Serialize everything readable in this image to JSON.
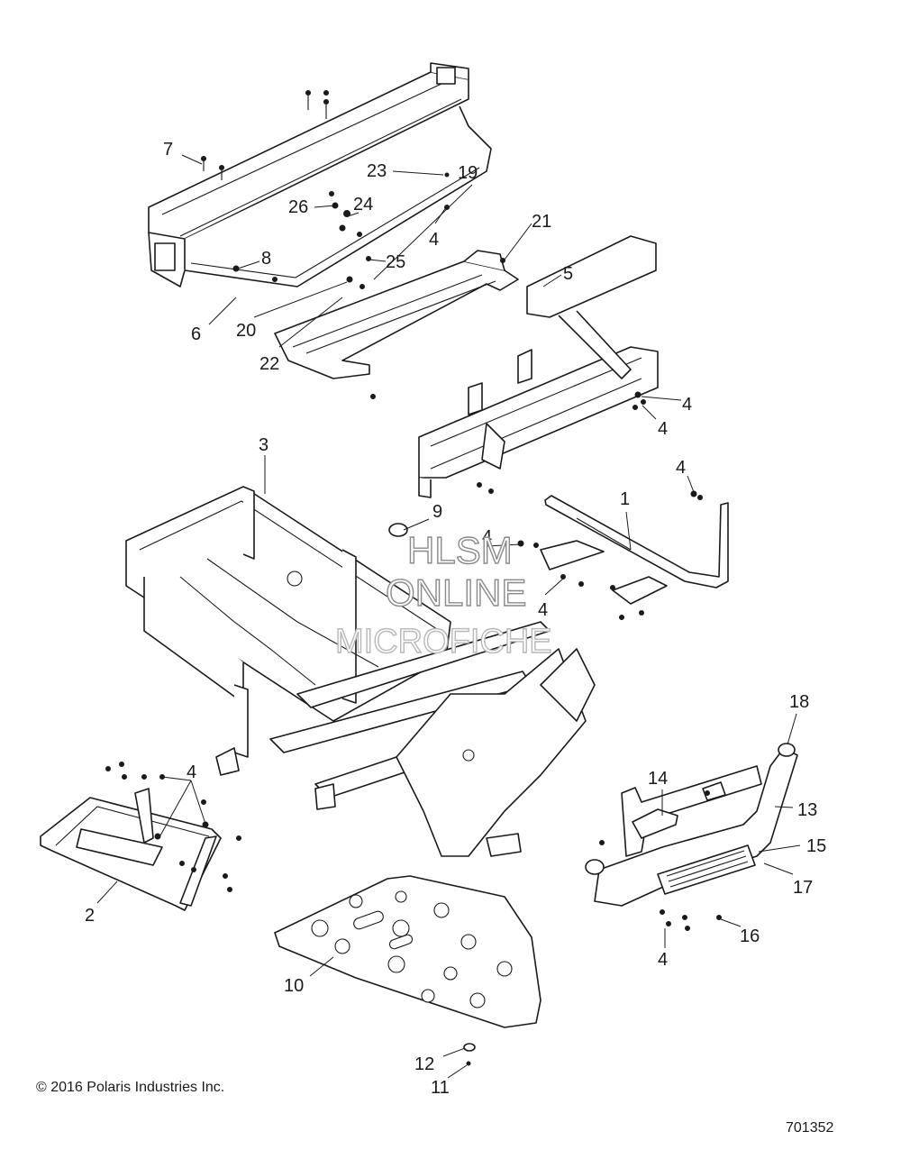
{
  "callouts": [
    {
      "id": "c1",
      "text": "1"
    },
    {
      "id": "c2",
      "text": "2"
    },
    {
      "id": "c3",
      "text": "3"
    },
    {
      "id": "c4a",
      "text": "4"
    },
    {
      "id": "c4b",
      "text": "4"
    },
    {
      "id": "c4c",
      "text": "4"
    },
    {
      "id": "c4d",
      "text": "4"
    },
    {
      "id": "c4e",
      "text": "4"
    },
    {
      "id": "c4f",
      "text": "4"
    },
    {
      "id": "c4g",
      "text": "4"
    },
    {
      "id": "c4h",
      "text": "4"
    },
    {
      "id": "c5",
      "text": "5"
    },
    {
      "id": "c6",
      "text": "6"
    },
    {
      "id": "c7",
      "text": "7"
    },
    {
      "id": "c8",
      "text": "8"
    },
    {
      "id": "c9",
      "text": "9"
    },
    {
      "id": "c10",
      "text": "10"
    },
    {
      "id": "c11",
      "text": "11"
    },
    {
      "id": "c12",
      "text": "12"
    },
    {
      "id": "c13",
      "text": "13"
    },
    {
      "id": "c14",
      "text": "14"
    },
    {
      "id": "c15",
      "text": "15"
    },
    {
      "id": "c16",
      "text": "16"
    },
    {
      "id": "c17",
      "text": "17"
    },
    {
      "id": "c18",
      "text": "18"
    },
    {
      "id": "c19",
      "text": "19"
    },
    {
      "id": "c20",
      "text": "20"
    },
    {
      "id": "c21",
      "text": "21"
    },
    {
      "id": "c22",
      "text": "22"
    },
    {
      "id": "c23",
      "text": "23"
    },
    {
      "id": "c24",
      "text": "24"
    },
    {
      "id": "c25",
      "text": "25"
    },
    {
      "id": "c26",
      "text": "26"
    }
  ],
  "watermark": {
    "line1": "HLSM",
    "line2": "ONLINE",
    "line3": "MICROFICHE"
  },
  "footer": {
    "copyright": "© 2016 Polaris Industries Inc.",
    "diagram_number": "701352"
  },
  "colors": {
    "line": "#1a1a1a",
    "background": "#ffffff",
    "watermark_outline": "#8a8a8a"
  }
}
